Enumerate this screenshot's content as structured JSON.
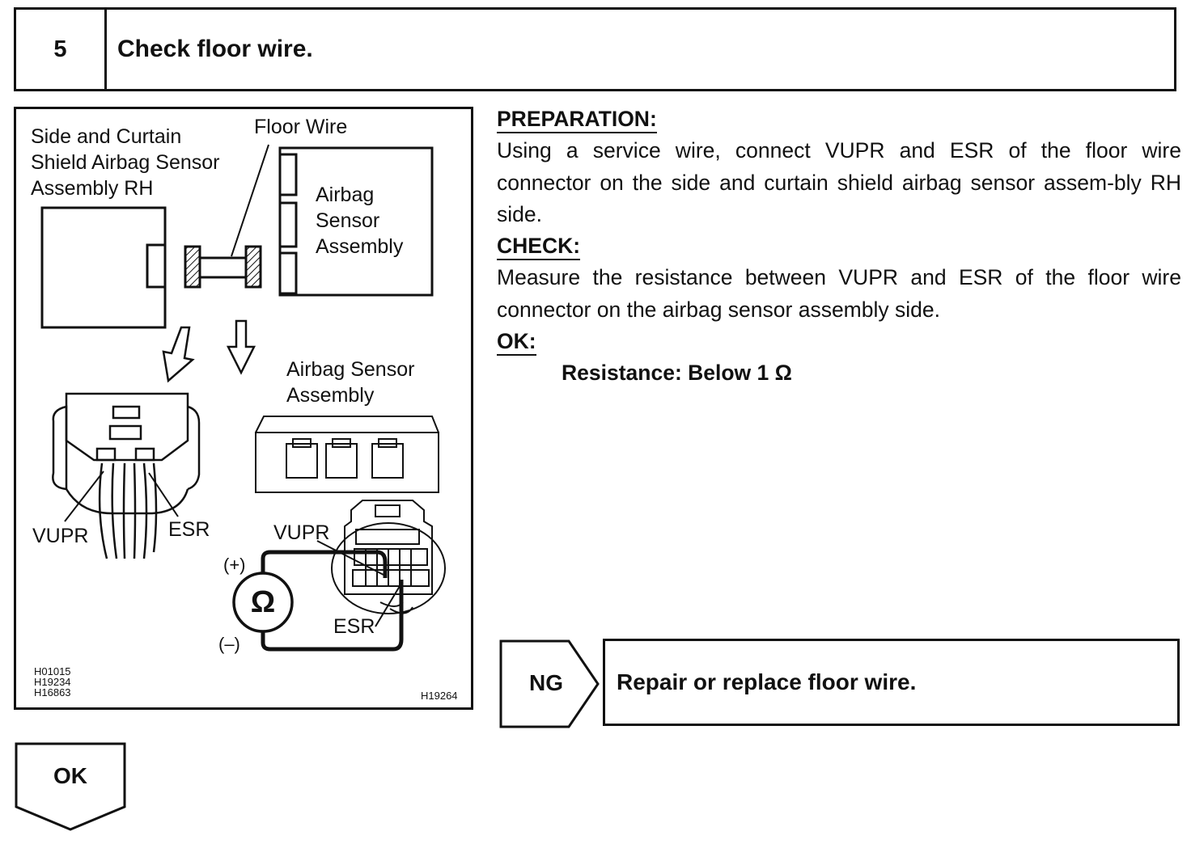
{
  "step": {
    "number": "5",
    "title": "Check floor wire."
  },
  "figure": {
    "labels": {
      "sensor_rh": "Side and Curtain\nShield Airbag Sensor\nAssembly RH",
      "floor_wire": "Floor Wire",
      "airbag_sensor_top": "Airbag\nSensor\nAssembly",
      "airbag_sensor_mid": "Airbag Sensor\nAssembly",
      "vupr_left": "VUPR",
      "esr_left": "ESR",
      "vupr_right": "VUPR",
      "esr_right": "ESR",
      "plus": "(+)",
      "minus": "(–)",
      "ohm": "Ω"
    },
    "codes_left": "H01015\nH19234\nH16863",
    "code_right": "H19264"
  },
  "instructions": {
    "preparation_heading": "PREPARATION:",
    "preparation_text": "Using a service wire, connect VUPR and ESR of the floor wire connector on the side and curtain shield airbag sensor assem-bly RH side.",
    "check_heading": "CHECK:",
    "check_text": "Measure the resistance between VUPR and ESR of the floor wire connector on the airbag sensor assembly side.",
    "ok_heading": "OK:",
    "ok_spec": "Resistance: Below 1 Ω"
  },
  "ng": {
    "label": "NG",
    "action": "Repair or replace floor wire."
  },
  "ok": {
    "label": "OK"
  }
}
